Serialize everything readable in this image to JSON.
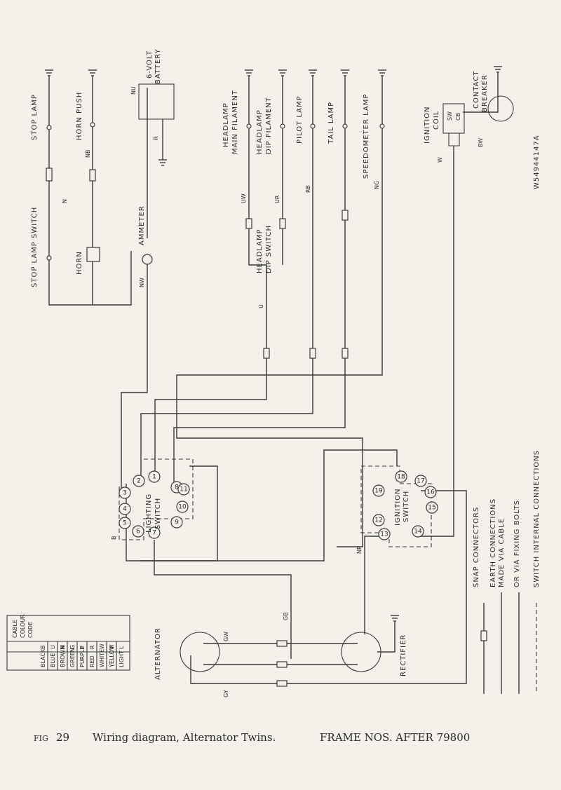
{
  "caption": {
    "fig_label": "FIG",
    "fig_number": "29",
    "title": "Wiring diagram, Alternator Twins.",
    "frame_note": "FRAME NOS. AFTER 79800"
  },
  "reference_code": "W54944147A",
  "components": {
    "stop_lamp": "STOP LAMP",
    "horn_push": "HORN PUSH",
    "battery": [
      "6-VOLT",
      "BATTERY"
    ],
    "headlamp_main": [
      "HEADLAMP",
      "MAIN FILAMENT"
    ],
    "headlamp_dip": [
      "HEADLAMP",
      "DIP FILAMENT"
    ],
    "pilot_lamp": "PILOT LAMP",
    "tail_lamp": "TAIL LAMP",
    "speedometer_lamp": "SPEEDOMETER LAMP",
    "ignition_coil": [
      "IGNITION",
      "COIL"
    ],
    "contact_breaker": [
      "CONTACT",
      "BREAKER"
    ],
    "stop_lamp_switch": "STOP LAMP SWITCH",
    "horn": "HORN",
    "ammeter": "AMMETER",
    "headlamp_dip_switch": [
      "HEADLAMP",
      "DIP SWITCH"
    ],
    "lighting_switch": [
      "LIGHTING",
      "SWITCH"
    ],
    "ignition_switch": [
      "IGNITION",
      "SWITCH"
    ],
    "alternator": "ALTERNATOR",
    "rectifier": "RECTIFIER",
    "coil_terminals": [
      "SW",
      "CB"
    ]
  },
  "wire_labels": {
    "nu": "NU",
    "n": "N",
    "nb": "NB",
    "r": "R",
    "bw": "BW",
    "w": "W",
    "uw": "UW",
    "ur": "UR",
    "rb": "RB",
    "ng": "NG",
    "nw": "NW",
    "u": "U",
    "b": "B",
    "gb": "GB",
    "np": "NP",
    "gy": "GY",
    "gw": "GW"
  },
  "lighting_terminals": [
    "1",
    "2",
    "3",
    "4",
    "5",
    "6",
    "7",
    "8",
    "9",
    "10",
    "11"
  ],
  "ignition_terminals": [
    "12",
    "13",
    "14",
    "15",
    "16",
    "17",
    "18",
    "19"
  ],
  "colour_code": {
    "title": [
      "CABLE",
      "COLOUR",
      "CODE"
    ],
    "entries": [
      {
        "code": "B",
        "name": "BLACK"
      },
      {
        "code": "U",
        "name": "BLUE"
      },
      {
        "code": "N",
        "name": "BROWN"
      },
      {
        "code": "G",
        "name": "GREEN"
      },
      {
        "code": "P",
        "name": "PURPLE"
      },
      {
        "code": "R",
        "name": "RED"
      },
      {
        "code": "W",
        "name": "WHITE"
      },
      {
        "code": "Y",
        "name": "YELLOW"
      },
      {
        "code": "L",
        "name": "LIGHT"
      }
    ]
  },
  "legend": {
    "snap_connectors": "SNAP CONNECTORS",
    "earth_connections": [
      "EARTH CONNECTIONS",
      "MADE VIA CABLE"
    ],
    "fixing_bolts": "OR VIA FIXING BOLTS",
    "switch_internal": "SWITCH INTERNAL CONNECTIONS"
  }
}
